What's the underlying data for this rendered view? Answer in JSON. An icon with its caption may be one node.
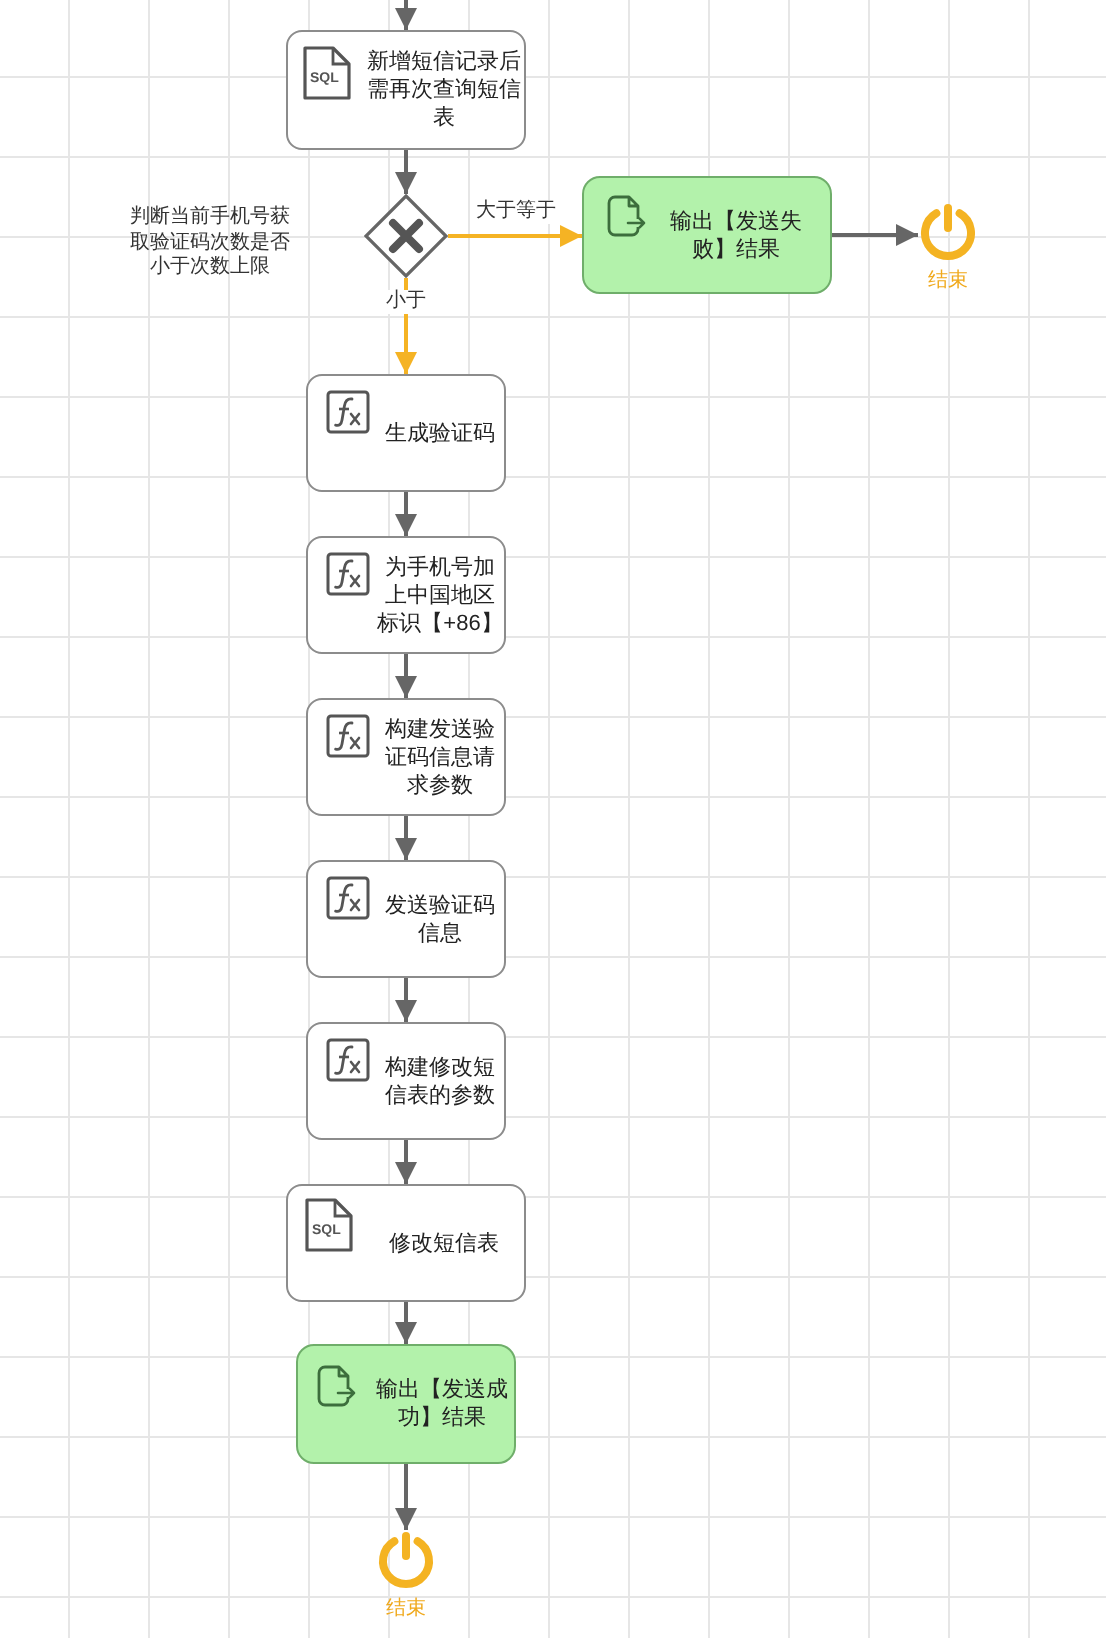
{
  "diagram": {
    "nodes": [
      {
        "text": [
          "SQL",
          "新增短信记录后需再次查询短信表"
        ]
      },
      {
        "text": [],
        "shape": "diamond",
        "beside": [
          "判断当前手机号获取验证码次数是否小于次数上限"
        ]
      },
      {
        "text": [
          "输出【发送失败】结果"
        ]
      },
      {
        "text": [],
        "shape": "circle",
        "beside": [
          "结束"
        ]
      },
      {
        "text": [
          "生成验证码"
        ]
      },
      {
        "text": [
          "为手机号加上中国地区标识【+86】"
        ]
      },
      {
        "text": [
          "构建发送验证码信息请求参数"
        ]
      },
      {
        "text": [
          "发送验证码信息"
        ]
      },
      {
        "text": [
          "构建修改短信表的参数"
        ]
      },
      {
        "text": [
          "SQL",
          "修改短信表"
        ]
      },
      {
        "text": [
          "输出【发送成功】结果"
        ]
      },
      {
        "text": [],
        "shape": "circle",
        "beside": [
          "结束"
        ]
      }
    ],
    "edges": [
      {
        "from": null,
        "to": 0,
        "arrow": "to"
      },
      {
        "from": 0,
        "to": 1,
        "arrow": "to"
      },
      {
        "from": 1,
        "to": 2,
        "arrow": "to",
        "label": "大于等于",
        "color": "#f5b324"
      },
      {
        "from": 2,
        "to": 3,
        "arrow": "to"
      },
      {
        "from": 1,
        "to": 4,
        "arrow": "to",
        "label": "小于",
        "color": "#f5b324"
      },
      {
        "from": 4,
        "to": 5,
        "arrow": "to"
      },
      {
        "from": 5,
        "to": 6,
        "arrow": "to"
      },
      {
        "from": 6,
        "to": 7,
        "arrow": "to"
      },
      {
        "from": 7,
        "to": 8,
        "arrow": "to"
      },
      {
        "from": 8,
        "to": 9,
        "arrow": "to"
      },
      {
        "from": 9,
        "to": 10,
        "arrow": "to"
      },
      {
        "from": 10,
        "to": 11,
        "arrow": "to"
      }
    ]
  }
}
